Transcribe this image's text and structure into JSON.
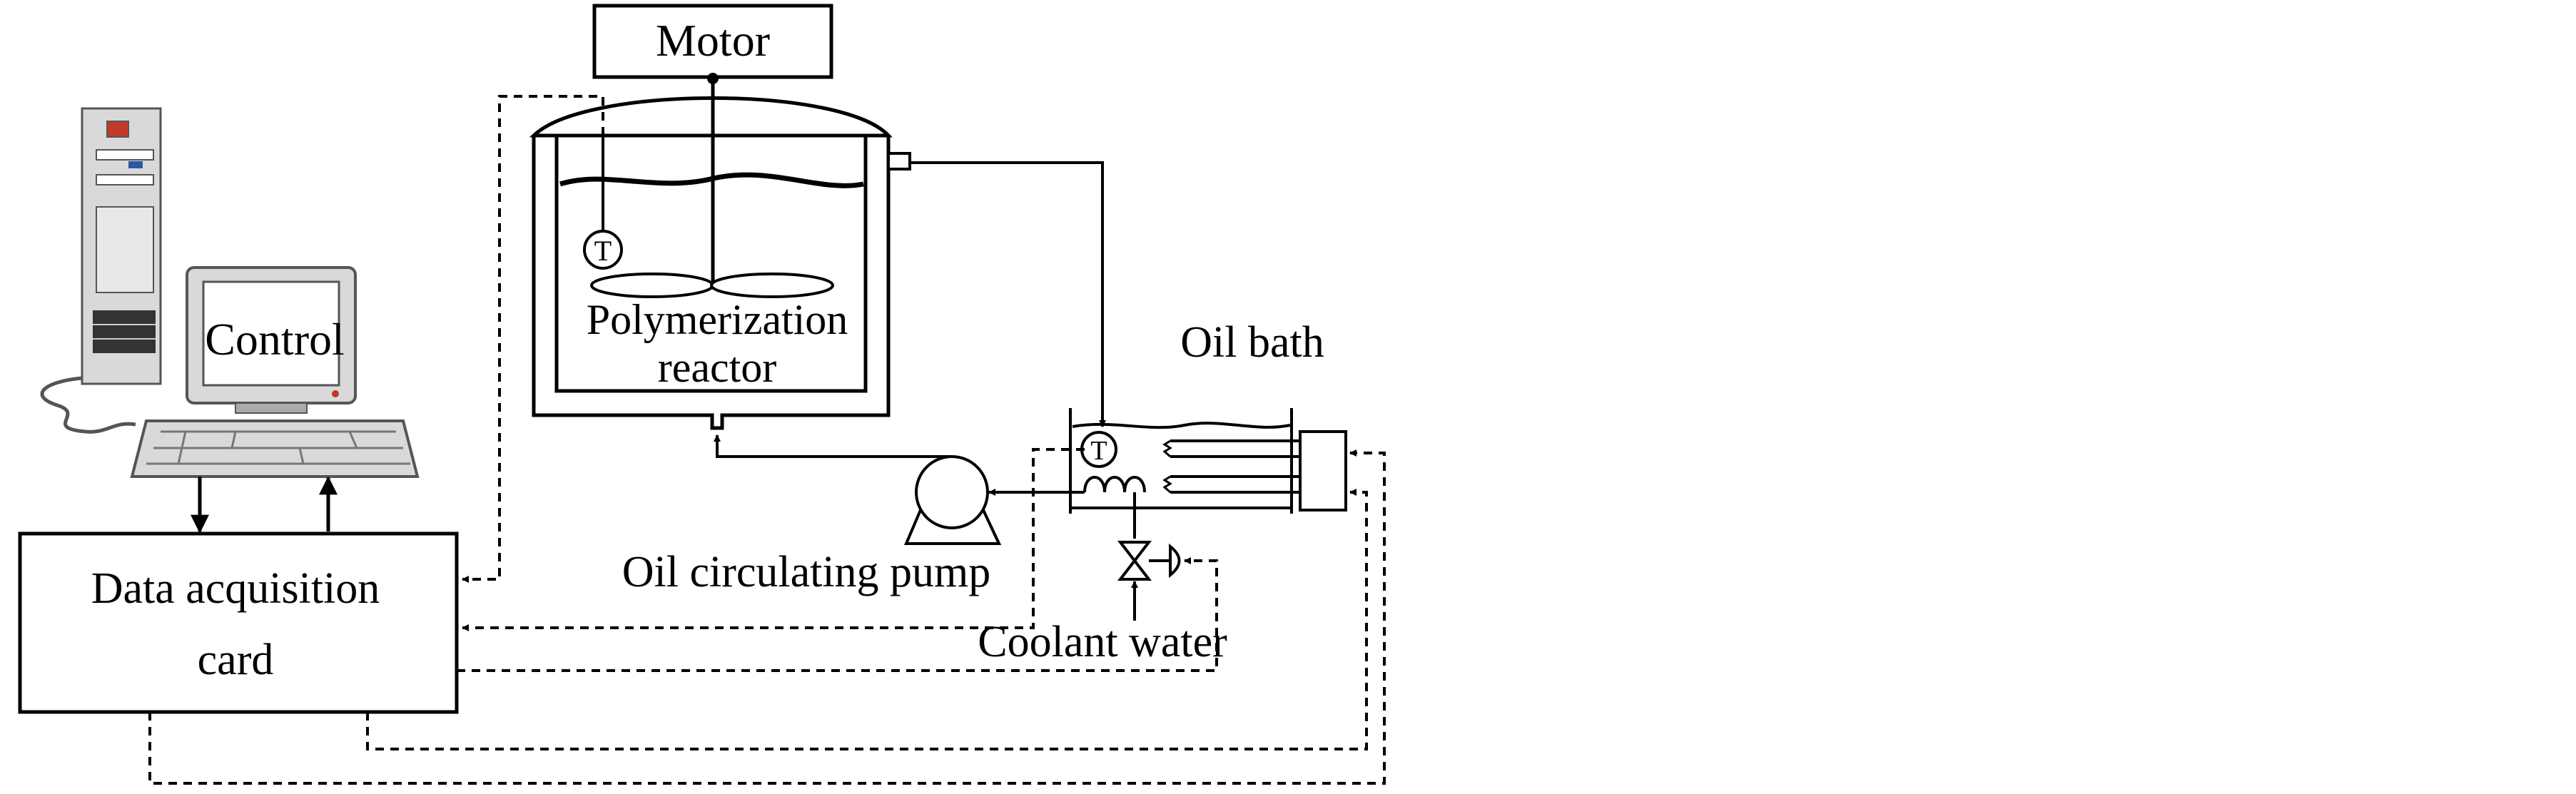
{
  "labels": {
    "motor": "Motor",
    "reactor_line1": "Polymerization",
    "reactor_line2": "reactor",
    "control": "Control",
    "oil_bath": "Oil bath",
    "pump": "Oil circulating pump",
    "coolant": "Coolant water",
    "daq_line1": "Data acquisition",
    "daq_line2": "card",
    "thermo_reactor": "T",
    "thermo_bath": "T"
  },
  "colors": {
    "line": "#000000",
    "computer_body": "#d9d9d9",
    "computer_dark": "#555555",
    "screen": "#ffffff",
    "accent_red": "#c0392b"
  },
  "icons": {
    "computer": "desktop-computer-icon",
    "pump": "pump-icon",
    "valve": "control-valve-icon",
    "thermometer": "thermocouple-icon"
  }
}
